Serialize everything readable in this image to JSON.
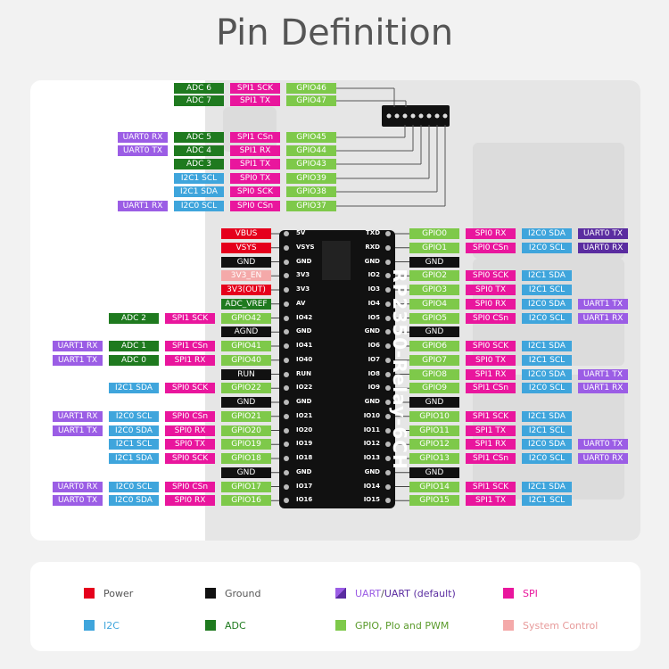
{
  "title": "Pin Definition",
  "board_name": "RP2350-Relay-6CH",
  "colors": {
    "power": "#e5001c",
    "ground": "#111111",
    "uart": "#9b5de5",
    "spi": "#e9169d",
    "i2c": "#3fa5dc",
    "adc": "#1f7a1f",
    "gpio": "#7ec94a",
    "sys": "#f4a9a9"
  },
  "top_pins": [
    {
      "labels": [
        {
          "t": "ADC 6",
          "c": "adc"
        },
        {
          "t": "SPI1 SCK",
          "c": "spi"
        },
        {
          "t": "GPIO46",
          "c": "gpio"
        }
      ]
    },
    {
      "labels": [
        {
          "t": "ADC 7",
          "c": "adc"
        },
        {
          "t": "SPI1 TX",
          "c": "spi"
        },
        {
          "t": "GPIO47",
          "c": "gpio"
        }
      ]
    },
    {
      "labels": [
        {
          "t": "UART0 RX",
          "c": "uart"
        },
        {
          "t": "ADC 5",
          "c": "adc"
        },
        {
          "t": "SPI1 CSn",
          "c": "spi"
        },
        {
          "t": "GPIO45",
          "c": "gpio"
        }
      ]
    },
    {
      "labels": [
        {
          "t": "UART0 TX",
          "c": "uart"
        },
        {
          "t": "ADC 4",
          "c": "adc"
        },
        {
          "t": "SPI1 RX",
          "c": "spi"
        },
        {
          "t": "GPIO44",
          "c": "gpio"
        }
      ]
    },
    {
      "labels": [
        {
          "t": "ADC 3",
          "c": "adc"
        },
        {
          "t": "SPI1 TX",
          "c": "spi"
        },
        {
          "t": "GPIO43",
          "c": "gpio"
        }
      ]
    },
    {
      "labels": [
        {
          "t": "I2C1 SCL",
          "c": "i2c"
        },
        {
          "t": "SPI0 TX",
          "c": "spi"
        },
        {
          "t": "GPIO39",
          "c": "gpio"
        }
      ]
    },
    {
      "labels": [
        {
          "t": "I2C1 SDA",
          "c": "i2c"
        },
        {
          "t": "SPI0 SCK",
          "c": "spi"
        },
        {
          "t": "GPIO38",
          "c": "gpio"
        }
      ]
    },
    {
      "labels": [
        {
          "t": "UART1 RX",
          "c": "uart"
        },
        {
          "t": "I2C0 SCL",
          "c": "i2c"
        },
        {
          "t": "SPI0 CSn",
          "c": "spi"
        },
        {
          "t": "GPIO37",
          "c": "gpio"
        }
      ]
    }
  ],
  "left_pins": [
    {
      "inner": "5V",
      "labels": [
        {
          "t": "VBUS",
          "c": "power"
        }
      ]
    },
    {
      "inner": "VSYS",
      "labels": [
        {
          "t": "VSYS",
          "c": "power"
        }
      ]
    },
    {
      "inner": "GND",
      "labels": [
        {
          "t": "GND",
          "c": "ground"
        }
      ]
    },
    {
      "inner": "3V3",
      "labels": [
        {
          "t": "3V3_EN",
          "c": "sys"
        }
      ]
    },
    {
      "inner": "3V3",
      "labels": [
        {
          "t": "3V3(OUT)",
          "c": "power"
        }
      ]
    },
    {
      "inner": "AV",
      "labels": [
        {
          "t": "ADC_VREF",
          "c": "adc"
        }
      ]
    },
    {
      "inner": "IO42",
      "labels": [
        {
          "t": "ADC 2",
          "c": "adc"
        },
        {
          "t": "SPI1 SCK",
          "c": "spi"
        },
        {
          "t": "GPIO42",
          "c": "gpio"
        }
      ]
    },
    {
      "inner": "GND",
      "labels": [
        {
          "t": "AGND",
          "c": "ground"
        }
      ]
    },
    {
      "inner": "IO41",
      "labels": [
        {
          "t": "UART1 RX",
          "c": "uart"
        },
        {
          "t": "ADC 1",
          "c": "adc"
        },
        {
          "t": "SPI1 CSn",
          "c": "spi"
        },
        {
          "t": "GPIO41",
          "c": "gpio"
        }
      ]
    },
    {
      "inner": "IO40",
      "labels": [
        {
          "t": "UART1 TX",
          "c": "uart"
        },
        {
          "t": "ADC 0",
          "c": "adc"
        },
        {
          "t": "SPI1 RX",
          "c": "spi"
        },
        {
          "t": "GPIO40",
          "c": "gpio"
        }
      ]
    },
    {
      "inner": "RUN",
      "labels": [
        {
          "t": "RUN",
          "c": "ground"
        }
      ]
    },
    {
      "inner": "IO22",
      "labels": [
        {
          "t": "I2C1 SDA",
          "c": "i2c"
        },
        {
          "t": "SPI0 SCK",
          "c": "spi"
        },
        {
          "t": "GPIO22",
          "c": "gpio"
        }
      ]
    },
    {
      "inner": "GND",
      "labels": [
        {
          "t": "GND",
          "c": "ground"
        }
      ]
    },
    {
      "inner": "IO21",
      "labels": [
        {
          "t": "UART1 RX",
          "c": "uart"
        },
        {
          "t": "I2C0 SCL",
          "c": "i2c"
        },
        {
          "t": "SPI0 CSn",
          "c": "spi"
        },
        {
          "t": "GPIO21",
          "c": "gpio"
        }
      ]
    },
    {
      "inner": "IO20",
      "labels": [
        {
          "t": "UART1 TX",
          "c": "uart"
        },
        {
          "t": "I2C0 SDA",
          "c": "i2c"
        },
        {
          "t": "SPI0 RX",
          "c": "spi"
        },
        {
          "t": "GPIO20",
          "c": "gpio"
        }
      ]
    },
    {
      "inner": "IO19",
      "labels": [
        {
          "t": "I2C1 SCL",
          "c": "i2c"
        },
        {
          "t": "SPI0 TX",
          "c": "spi"
        },
        {
          "t": "GPIO19",
          "c": "gpio"
        }
      ]
    },
    {
      "inner": "IO18",
      "labels": [
        {
          "t": "I2C1 SDA",
          "c": "i2c"
        },
        {
          "t": "SPI0 SCK",
          "c": "spi"
        },
        {
          "t": "GPIO18",
          "c": "gpio"
        }
      ]
    },
    {
      "inner": "GND",
      "labels": [
        {
          "t": "GND",
          "c": "ground"
        }
      ]
    },
    {
      "inner": "IO17",
      "labels": [
        {
          "t": "UART0 RX",
          "c": "uart"
        },
        {
          "t": "I2C0 SCL",
          "c": "i2c"
        },
        {
          "t": "SPI0 CSn",
          "c": "spi"
        },
        {
          "t": "GPIO17",
          "c": "gpio"
        }
      ]
    },
    {
      "inner": "IO16",
      "labels": [
        {
          "t": "UART0 TX",
          "c": "uart"
        },
        {
          "t": "I2C0 SDA",
          "c": "i2c"
        },
        {
          "t": "SPI0 RX",
          "c": "spi"
        },
        {
          "t": "GPIO16",
          "c": "gpio"
        }
      ]
    }
  ],
  "right_pins": [
    {
      "inner": "TXD",
      "labels": [
        {
          "t": "GPIO0",
          "c": "gpio"
        },
        {
          "t": "SPI0 RX",
          "c": "spi"
        },
        {
          "t": "I2C0 SDA",
          "c": "i2c"
        },
        {
          "t": "UART0 TX",
          "c": "uartd"
        }
      ]
    },
    {
      "inner": "RXD",
      "labels": [
        {
          "t": "GPIO1",
          "c": "gpio"
        },
        {
          "t": "SPI0 CSn",
          "c": "spi"
        },
        {
          "t": "I2C0 SCL",
          "c": "i2c"
        },
        {
          "t": "UART0 RX",
          "c": "uartd"
        }
      ]
    },
    {
      "inner": "GND",
      "labels": [
        {
          "t": "GND",
          "c": "ground"
        }
      ]
    },
    {
      "inner": "IO2",
      "labels": [
        {
          "t": "GPIO2",
          "c": "gpio"
        },
        {
          "t": "SPI0 SCK",
          "c": "spi"
        },
        {
          "t": "I2C1 SDA",
          "c": "i2c"
        }
      ]
    },
    {
      "inner": "IO3",
      "labels": [
        {
          "t": "GPIO3",
          "c": "gpio"
        },
        {
          "t": "SPI0 TX",
          "c": "spi"
        },
        {
          "t": "I2C1 SCL",
          "c": "i2c"
        }
      ]
    },
    {
      "inner": "IO4",
      "labels": [
        {
          "t": "GPIO4",
          "c": "gpio"
        },
        {
          "t": "SPI0 RX",
          "c": "spi"
        },
        {
          "t": "I2C0 SDA",
          "c": "i2c"
        },
        {
          "t": "UART1 TX",
          "c": "uart"
        }
      ]
    },
    {
      "inner": "IO5",
      "labels": [
        {
          "t": "GPIO5",
          "c": "gpio"
        },
        {
          "t": "SPI0 CSn",
          "c": "spi"
        },
        {
          "t": "I2C0 SCL",
          "c": "i2c"
        },
        {
          "t": "UART1 RX",
          "c": "uart"
        }
      ]
    },
    {
      "inner": "GND",
      "labels": [
        {
          "t": "GND",
          "c": "ground"
        }
      ]
    },
    {
      "inner": "IO6",
      "labels": [
        {
          "t": "GPIO6",
          "c": "gpio"
        },
        {
          "t": "SPI0 SCK",
          "c": "spi"
        },
        {
          "t": "I2C1 SDA",
          "c": "i2c"
        }
      ]
    },
    {
      "inner": "IO7",
      "labels": [
        {
          "t": "GPIO7",
          "c": "gpio"
        },
        {
          "t": "SPI0 TX",
          "c": "spi"
        },
        {
          "t": "I2C1 SCL",
          "c": "i2c"
        }
      ]
    },
    {
      "inner": "IO8",
      "labels": [
        {
          "t": "GPIO8",
          "c": "gpio"
        },
        {
          "t": "SPI1 RX",
          "c": "spi"
        },
        {
          "t": "I2C0 SDA",
          "c": "i2c"
        },
        {
          "t": "UART1 TX",
          "c": "uart"
        }
      ]
    },
    {
      "inner": "IO9",
      "labels": [
        {
          "t": "GPIO9",
          "c": "gpio"
        },
        {
          "t": "SPI1 CSn",
          "c": "spi"
        },
        {
          "t": "I2C0 SCL",
          "c": "i2c"
        },
        {
          "t": "UART1 RX",
          "c": "uart"
        }
      ]
    },
    {
      "inner": "GND",
      "labels": [
        {
          "t": "GND",
          "c": "ground"
        }
      ]
    },
    {
      "inner": "IO10",
      "labels": [
        {
          "t": "GPIO10",
          "c": "gpio"
        },
        {
          "t": "SPI1 SCK",
          "c": "spi"
        },
        {
          "t": "I2C1 SDA",
          "c": "i2c"
        }
      ]
    },
    {
      "inner": "IO11",
      "labels": [
        {
          "t": "GPIO11",
          "c": "gpio"
        },
        {
          "t": "SPI1 TX",
          "c": "spi"
        },
        {
          "t": "I2C1 SCL",
          "c": "i2c"
        }
      ]
    },
    {
      "inner": "IO12",
      "labels": [
        {
          "t": "GPIO12",
          "c": "gpio"
        },
        {
          "t": "SPI1 RX",
          "c": "spi"
        },
        {
          "t": "I2C0 SDA",
          "c": "i2c"
        },
        {
          "t": "UART0 TX",
          "c": "uart"
        }
      ]
    },
    {
      "inner": "IO13",
      "labels": [
        {
          "t": "GPIO13",
          "c": "gpio"
        },
        {
          "t": "SPI1 CSn",
          "c": "spi"
        },
        {
          "t": "I2C0 SCL",
          "c": "i2c"
        },
        {
          "t": "UART0 RX",
          "c": "uart"
        }
      ]
    },
    {
      "inner": "GND",
      "labels": [
        {
          "t": "GND",
          "c": "ground"
        }
      ]
    },
    {
      "inner": "IO14",
      "labels": [
        {
          "t": "GPIO14",
          "c": "gpio"
        },
        {
          "t": "SPI1 SCK",
          "c": "spi"
        },
        {
          "t": "I2C1 SDA",
          "c": "i2c"
        }
      ]
    },
    {
      "inner": "IO15",
      "labels": [
        {
          "t": "GPIO15",
          "c": "gpio"
        },
        {
          "t": "SPI1 TX",
          "c": "spi"
        },
        {
          "t": "I2C1 SCL",
          "c": "i2c"
        }
      ]
    }
  ],
  "legend": {
    "power": "Power",
    "ground": "Ground",
    "uart": "UART",
    "uart_sep": " / ",
    "uart_default": "UART (default)",
    "spi": "SPI",
    "i2c": "I2C",
    "adc": "ADC",
    "gpio": "GPIO, PIo and PWM",
    "sys": "System Control"
  }
}
